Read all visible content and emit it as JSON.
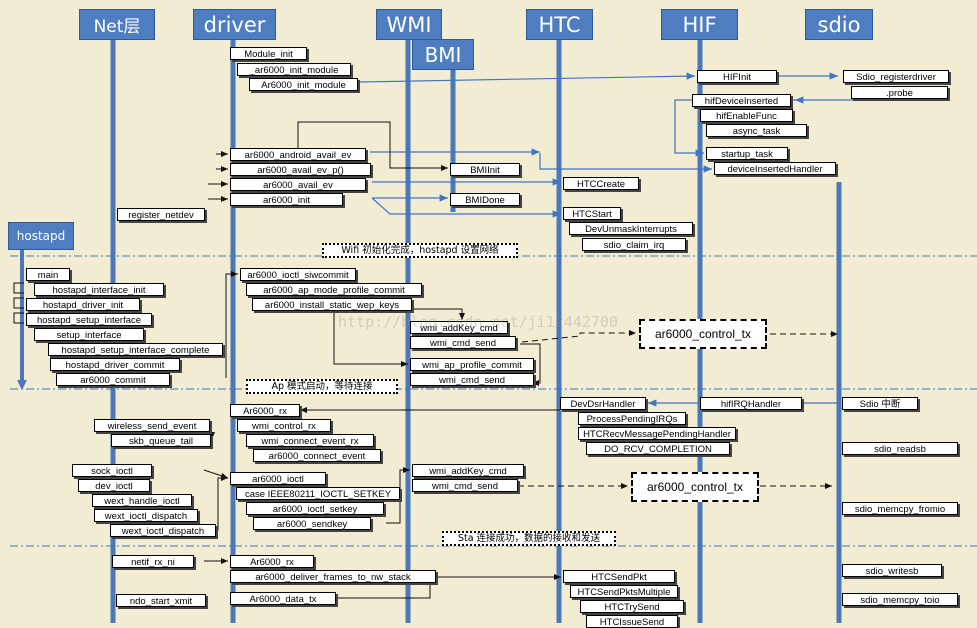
{
  "headers": {
    "net": "Net层",
    "driver": "driver",
    "wmi": "WMI",
    "bmi": "BMI",
    "htc": "HTC",
    "hif": "HIF",
    "sdio": "sdio",
    "hostapd": "hostapd"
  },
  "notes": {
    "wifi_init": "Wifi 初始化完成，hostapd 设置网络",
    "ap_mode": "Ap 模式启动，等待连接",
    "sta_connected": "Sta 连接成功，数据的接收和发送"
  },
  "control_tx": [
    "ar6000_control_tx",
    "ar6000_control_tx"
  ],
  "watermark": "http://blog.csdn.net/ji12442700",
  "colors": {
    "lifeline": "#4a78b8",
    "arrow_blue": "#3f75c2",
    "bg": "#f2ecd3"
  },
  "boxes": [
    "Module_init",
    "_ar6000_init_module",
    "Ar6000_init_module",
    "ar6000_android_avail_ev",
    "ar6000_avail_ev_p()",
    "ar6000_avail_ev",
    "ar6000_init",
    "register_netdev",
    "BMIInit",
    "BMIDone",
    "HIFInit",
    "Sdio_registerdriver",
    ".probe",
    "hifDeviceInserted",
    "hifEnableFunc",
    "async_task",
    "startup_task",
    "deviceInsertedHandler",
    "HTCCreate",
    "HTCStart",
    "DevUnmaskInterrupts",
    "sdio_claim_irq",
    "main",
    "hostapd_interface_init",
    "hostapd_driver_init",
    "hostapd_setup_interface",
    "setup_interface",
    "hostapd_setup_interface_complete",
    "hostapd_driver_commit",
    "ar6000_commit",
    "ar6000_ioctl_siwcommit",
    "ar6000_ap_mode_profile_commit",
    "ar6000_install_static_wep_keys",
    "wmi_addKey_cmd",
    "wmi_cmd_send",
    "wmi_ap_profile_commit",
    "wmi_cmd_send",
    "Ar6000_rx",
    "wmi_control_rx",
    "wmi_connect_event_rx",
    "ar6000_connect_event",
    "wireless_send_event",
    "skb_queue_tail",
    "DevDsrHandler",
    "ProcessPendingIRQs",
    "HTCRecvMessagePendingHandler",
    "DO_RCV_COMPLETION",
    "hifIRQHandler",
    "Sdio 中断",
    "sdio_readsb",
    "sock_ioctl",
    "dev_ioctl",
    "wext_handle_ioctl",
    "wext_ioctl_dispatch",
    "wext_ioctl_dispatch",
    "ar6000_ioctl",
    "case IEEE80211_IOCTL_SETKEY",
    "ar6000_ioctl_setkey",
    "ar6000_sendkey",
    "wmi_addKey_cmd",
    "wmi_cmd_send",
    "sdio_memcpy_fromio",
    "netif_rx_ni",
    "Ar6000_rx",
    "ar6000_deliver_frames_to_nw_stack",
    "sdio_writesb",
    "ndo_start_xmit",
    "Ar6000_data_tx",
    "HTCSendPkt",
    "HTCSendPktsMultiple",
    "HTCTrySend",
    "HTCIssueSend",
    "sdio_memcpy_toio"
  ]
}
